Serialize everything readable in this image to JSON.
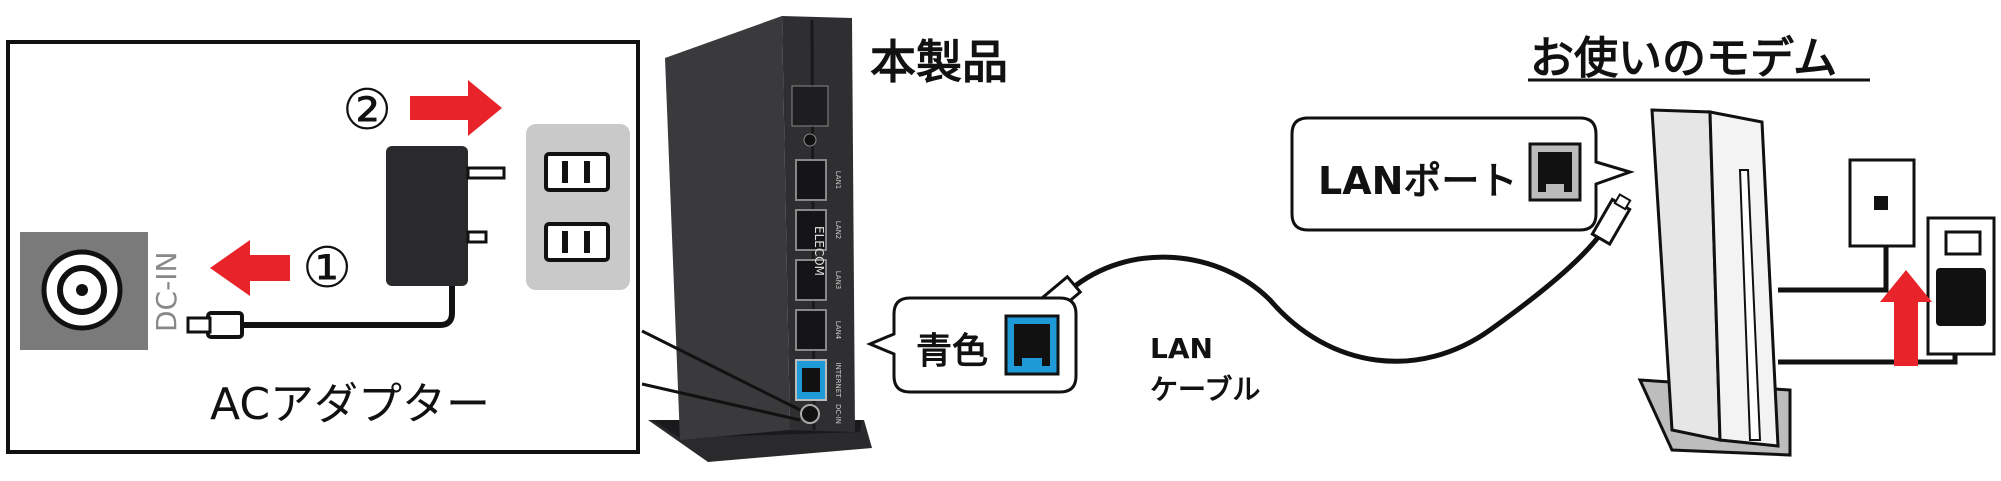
{
  "product": {
    "title": "本製品",
    "brand": "ELECOM"
  },
  "modem": {
    "title": "お使いのモデム"
  },
  "callouts": {
    "lan_port": "LANポート",
    "blue": "青色"
  },
  "cable": {
    "line1": "LAN",
    "line2": "ケーブル"
  },
  "inset": {
    "dc_in": "DC-IN",
    "adapter": "ACアダプター",
    "step1": "①",
    "step2": "②"
  },
  "router_ports": [
    "LAN1",
    "LAN2",
    "LAN3",
    "LAN4",
    "INTERNET",
    "DC-IN"
  ],
  "colors": {
    "router_body": "#3a3a3c",
    "router_edge": "#1e1e20",
    "arrow_red": "#e8242a",
    "port_blue": "#1e9ad6",
    "outlet_gray": "#c9c9c9",
    "inset_gray": "#7a7a7a"
  }
}
